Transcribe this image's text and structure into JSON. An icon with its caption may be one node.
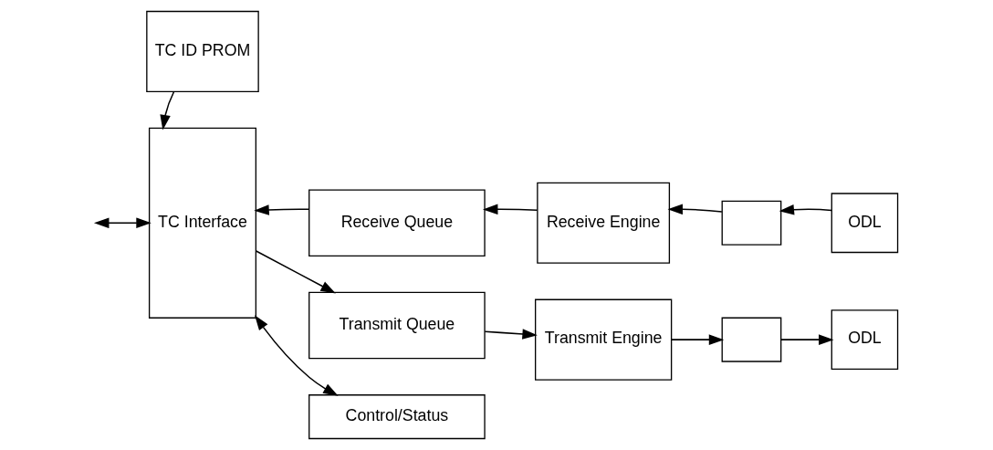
{
  "diagram": {
    "nodes": [
      {
        "text": [
          "TC Interface"
        ]
      },
      {
        "text": [
          "Receive Queue"
        ]
      },
      {
        "text": [
          "Receive Engine"
        ]
      },
      {
        "text": [],
        "shape": "box"
      },
      {
        "text": [
          "ODL"
        ]
      },
      {
        "text": [
          "Transmit Queue"
        ]
      },
      {
        "text": [
          "Transmit Engine"
        ]
      },
      {
        "text": [],
        "shape": "box"
      },
      {
        "text": [
          "ODL"
        ]
      },
      {
        "text": [
          "TC ID PROM"
        ]
      },
      {
        "text": [
          "Control/Status"
        ]
      }
    ],
    "edges": [
      {
        "from": null,
        "to": 0,
        "arrow": "both"
      },
      {
        "from": 1,
        "to": 0,
        "arrow": "to"
      },
      {
        "from": 2,
        "to": 1,
        "arrow": "to"
      },
      {
        "from": 3,
        "to": 2,
        "arrow": "to"
      },
      {
        "from": 4,
        "to": 3,
        "arrow": "to"
      },
      {
        "from": 0,
        "to": 5,
        "arrow": "to"
      },
      {
        "from": 5,
        "to": 6,
        "arrow": "to"
      },
      {
        "from": 6,
        "to": 7,
        "arrow": "to"
      },
      {
        "from": 7,
        "to": 8,
        "arrow": "to"
      },
      {
        "from": 9,
        "to": 0,
        "arrow": "to"
      },
      {
        "from": 0,
        "to": 10,
        "arrow": "both"
      }
    ]
  }
}
